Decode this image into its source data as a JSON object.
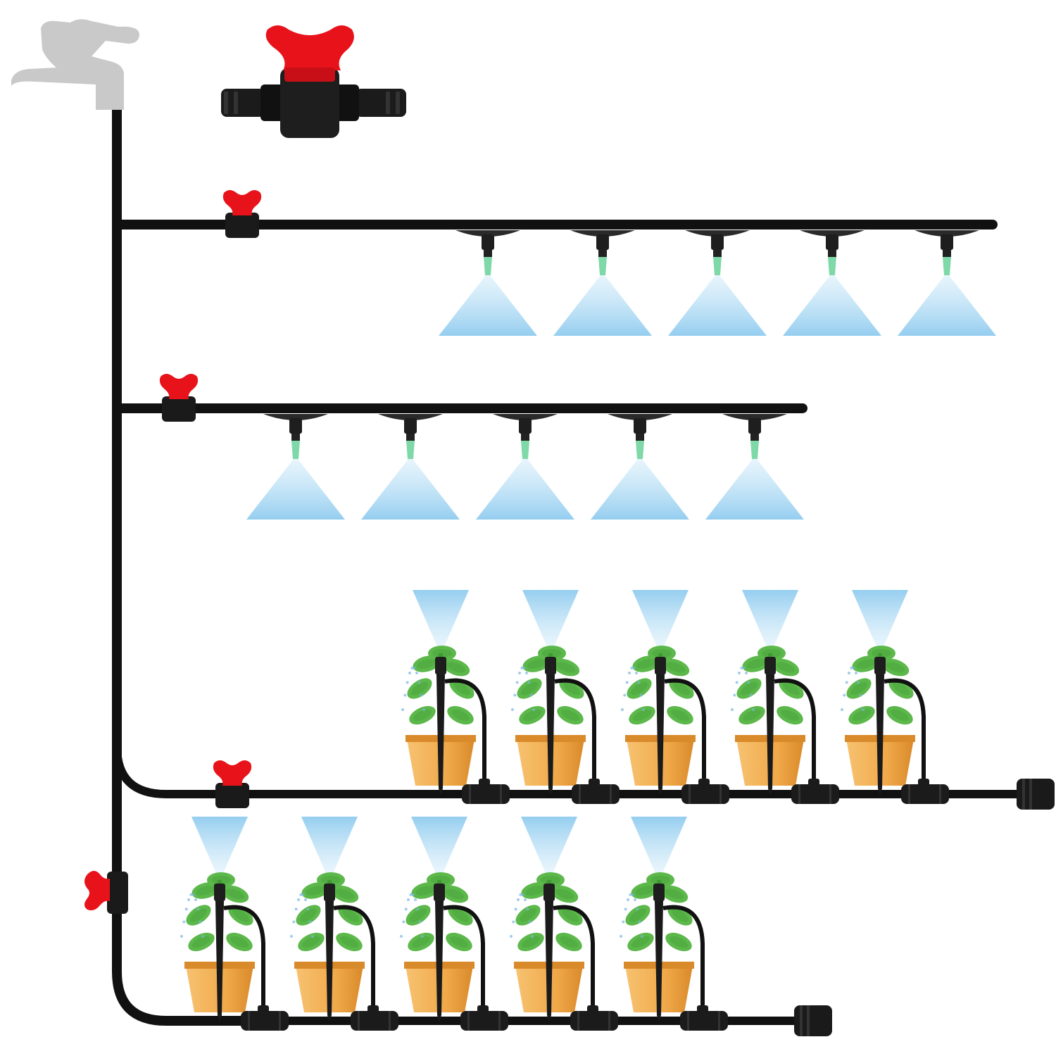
{
  "diagram": {
    "colors": {
      "pipe": "#111111",
      "valve_handle": "#e8121b",
      "valve_body": "#1a1a1a",
      "faucet": "#c8c8c8",
      "mist": "#9fd3f0",
      "nozzle_tip": "#7fd8a8",
      "pot": "#f0a94a",
      "pot_shade": "#d98a2a",
      "leaf": "#5cb84a",
      "leaf_dark": "#3f9a33",
      "splash": "#7ab6e0"
    },
    "icons": {
      "faucet": "faucet-icon",
      "valve_large": "shutoff-valve-icon",
      "valve_small": "inline-valve-icon",
      "mist_nozzle": "mist-nozzle-icon",
      "plant_pot": "potted-plant-icon",
      "stake_dripper": "stake-dripper-icon",
      "end_plug": "end-plug-icon"
    },
    "branches": [
      {
        "kind": "overhead-misting",
        "nozzle_count": 5
      },
      {
        "kind": "overhead-misting",
        "nozzle_count": 5
      },
      {
        "kind": "stake-sprinkler",
        "plant_count": 5
      },
      {
        "kind": "stake-sprinkler",
        "plant_count": 5
      }
    ]
  }
}
